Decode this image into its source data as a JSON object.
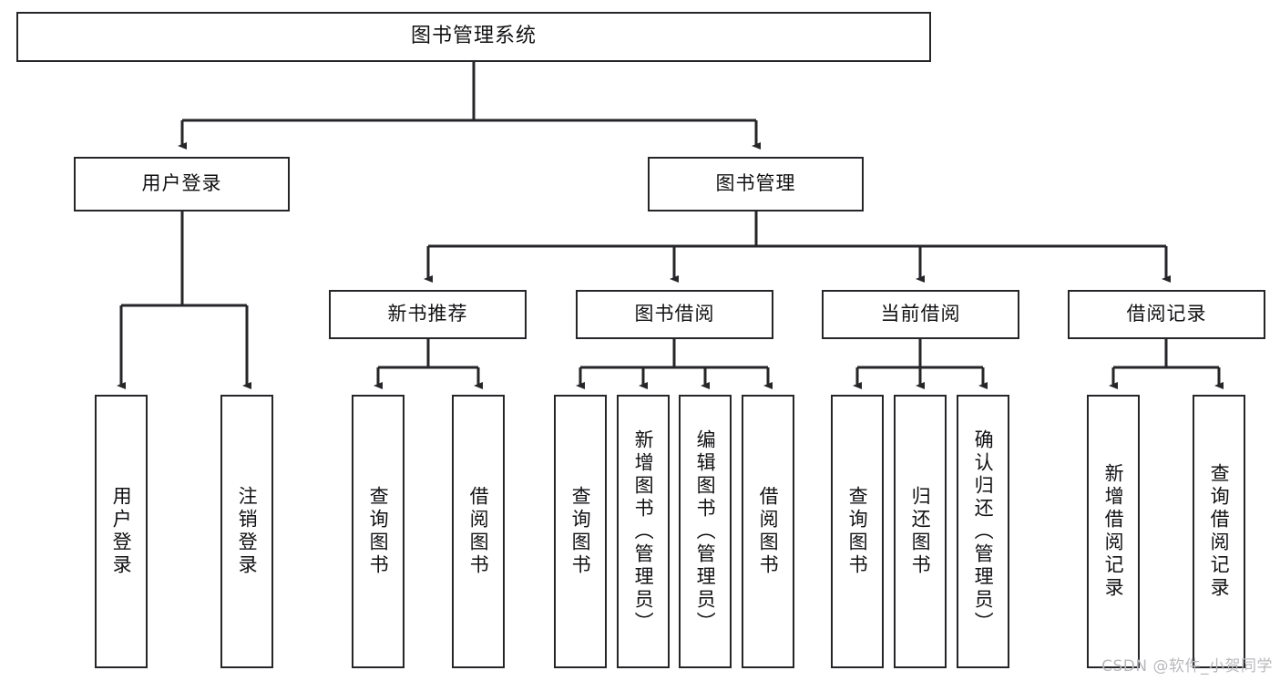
{
  "diagram": {
    "title": "图书管理系统",
    "type": "tree-hierarchy-diagram",
    "theme": {
      "background": "#ffffff",
      "stroke": "#26262a",
      "text": "#111114",
      "watermark_color": "#b9b9bd"
    },
    "root": {
      "label": "图书管理系统"
    },
    "level2": [
      {
        "label": "用户登录"
      },
      {
        "label": "图书管理"
      }
    ],
    "level3": [
      {
        "label": "新书推荐"
      },
      {
        "label": "图书借阅"
      },
      {
        "label": "当前借阅"
      },
      {
        "label": "借阅记录"
      }
    ],
    "leaves": {
      "user_login": [
        {
          "label": "用户登录"
        },
        {
          "label": "注销登录"
        }
      ],
      "new_book_recommend": [
        {
          "label": "查询图书"
        },
        {
          "label": "借阅图书"
        }
      ],
      "book_borrow": [
        {
          "label": "查询图书"
        },
        {
          "label": "新增图书（管理员）"
        },
        {
          "label": "编辑图书（管理员）"
        },
        {
          "label": "借阅图书"
        }
      ],
      "current_borrow": [
        {
          "label": "查询图书"
        },
        {
          "label": "归还图书"
        },
        {
          "label": "确认归还（管理员）"
        }
      ],
      "borrow_records": [
        {
          "label": "新增借阅记录"
        },
        {
          "label": "查询借阅记录"
        }
      ]
    }
  },
  "watermark": {
    "text": "CSDN @软件_小贺同学"
  }
}
